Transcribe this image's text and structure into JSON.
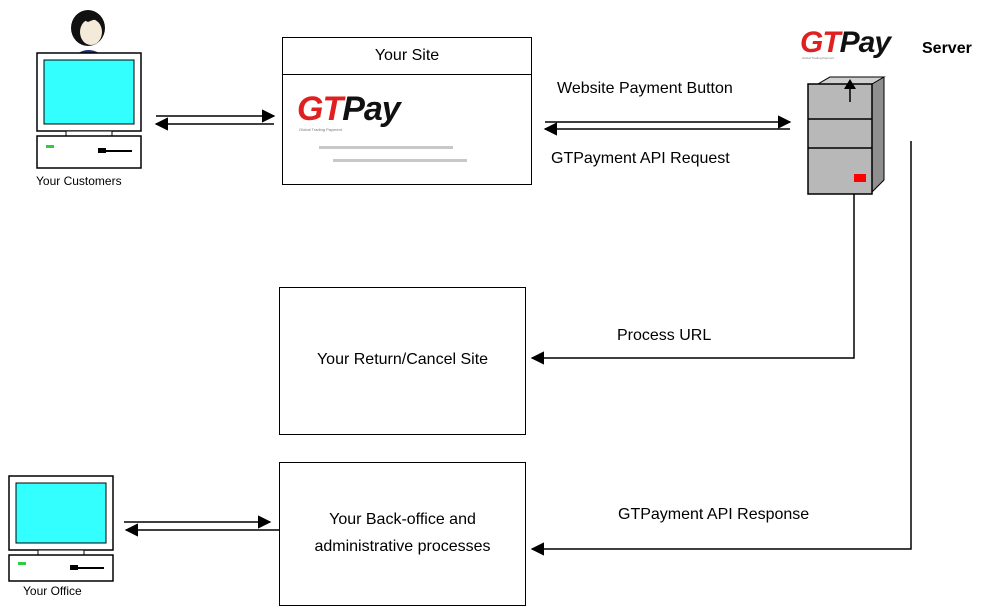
{
  "nodes": {
    "your_site": {
      "title": "Your Site"
    },
    "return_site": {
      "label": "Your Return/Cancel Site"
    },
    "back_office": {
      "line1": "Your Back-office and",
      "line2": "administrative processes"
    },
    "customers": {
      "label": "Your Customers"
    },
    "office": {
      "label": "Your Office"
    },
    "server": {
      "label": "Server"
    }
  },
  "logo": {
    "gt": "GT",
    "pay": "Pay",
    "tagline": "Global Trading Payment"
  },
  "edges": {
    "payment_button": "Website Payment Button",
    "api_request": "GTPayment API Request",
    "process_url": "Process URL",
    "api_response": "GTPayment API Response"
  },
  "colors": {
    "logo_red": "#e02020",
    "screen": "#33ffff",
    "server_body": "#b8b8b8",
    "server_led": "#ff0000"
  },
  "icons": {
    "customer": "person-computer-icon",
    "office": "computer-icon",
    "server": "server-tower-icon"
  }
}
